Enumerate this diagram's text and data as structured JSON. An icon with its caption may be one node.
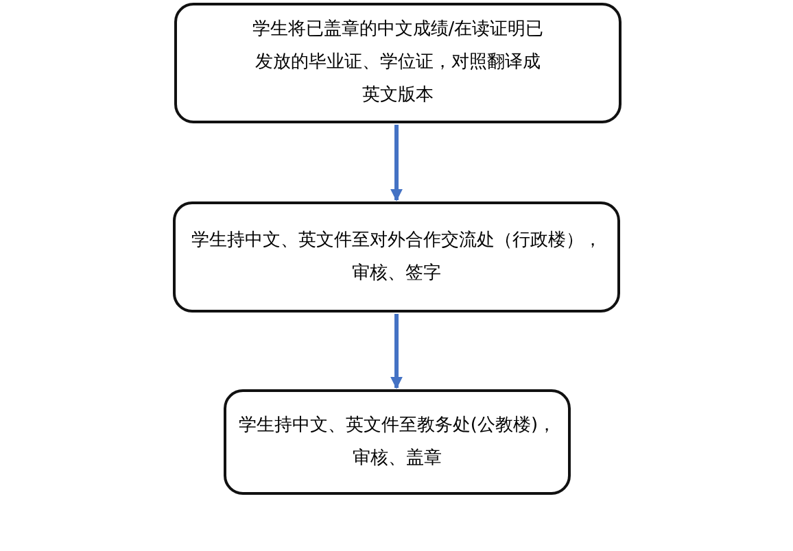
{
  "diagram": {
    "nodes": [
      {
        "text": [
          "学生将已盖章的中文成绩/在读证明已发放的毕业证、学位证，对照翻译成英文版本"
        ]
      },
      {
        "text": [
          "学生持中文、英文件至对外合作交流处（行政楼），审核、签字"
        ]
      },
      {
        "text": [
          "学生持中文、英文件至教务处(公教楼)，审核、盖章"
        ]
      }
    ],
    "edges": [
      {
        "from": 0,
        "to": 1,
        "arrow": "to"
      },
      {
        "from": 1,
        "to": 2,
        "arrow": "to"
      }
    ]
  }
}
